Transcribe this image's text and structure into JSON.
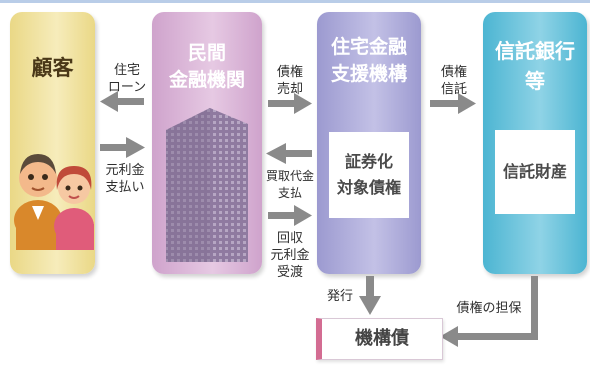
{
  "entities": {
    "customer": "顧客",
    "bank": [
      "民間",
      "金融機関"
    ],
    "jhf": [
      "住宅金融",
      "支援機構"
    ],
    "trust": [
      "信託銀行",
      "等"
    ]
  },
  "boxes": {
    "securitized": [
      "証券化",
      "対象債権"
    ],
    "trust_property": "信託財産",
    "bond": "機構債"
  },
  "flows": {
    "housing_loan": [
      "住宅",
      "ローン"
    ],
    "repayment": [
      "元利金",
      "支払い"
    ],
    "claim_sale": [
      "債権",
      "売却"
    ],
    "purchase_payment": [
      "買取代金",
      "支払"
    ],
    "collected_receipt": [
      "回収",
      "元利金",
      "受渡"
    ],
    "claim_trust": [
      "債権",
      "信託"
    ],
    "issue": "発行",
    "collateral": "債権の担保"
  },
  "colors": {
    "customer": "#ead886",
    "bank": "#cfa3cc",
    "jhf": "#9c9ad0",
    "trust": "#4cb5d2",
    "arrow": "#8a8a8a",
    "bond_accent": "#d36c92"
  }
}
